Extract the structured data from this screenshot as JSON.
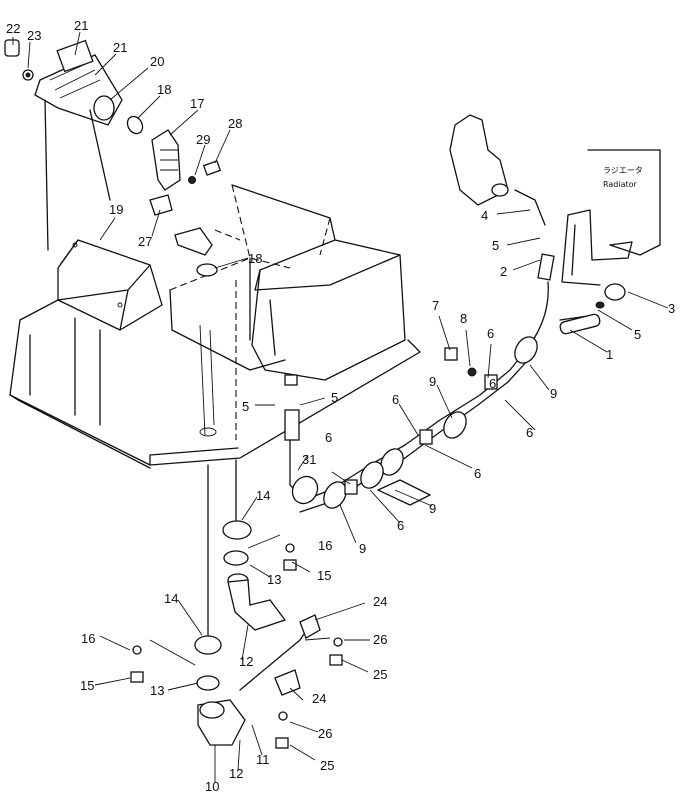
{
  "callouts": {
    "c1": "1",
    "c2": "2",
    "c3": "3",
    "c4": "4",
    "c5a": "5",
    "c5b": "5",
    "c5c": "5",
    "c5d": "5",
    "c6a": "6",
    "c6b": "6",
    "c6c": "6",
    "c6d": "6",
    "c6e": "6",
    "c6f": "6",
    "c6g": "6",
    "c7": "7",
    "c8": "8",
    "c9a": "9",
    "c9b": "9",
    "c9c": "9",
    "c9d": "9",
    "c10": "10",
    "c11": "11",
    "c12a": "12",
    "c12b": "12",
    "c13a": "13",
    "c13b": "13",
    "c14a": "14",
    "c14b": "14",
    "c15a": "15",
    "c15b": "15",
    "c16a": "16",
    "c16b": "16",
    "c17": "17",
    "c18a": "18",
    "c18b": "18",
    "c19": "19",
    "c20": "20",
    "c21a": "21",
    "c21b": "21",
    "c22": "22",
    "c23": "23",
    "c24a": "24",
    "c24b": "24",
    "c25a": "25",
    "c25b": "25",
    "c26a": "26",
    "c26b": "26",
    "c27": "27",
    "c28": "28",
    "c29": "29",
    "c31": "31"
  },
  "radiator_note": {
    "japanese": "ラジエータ",
    "english": "Radiator"
  }
}
